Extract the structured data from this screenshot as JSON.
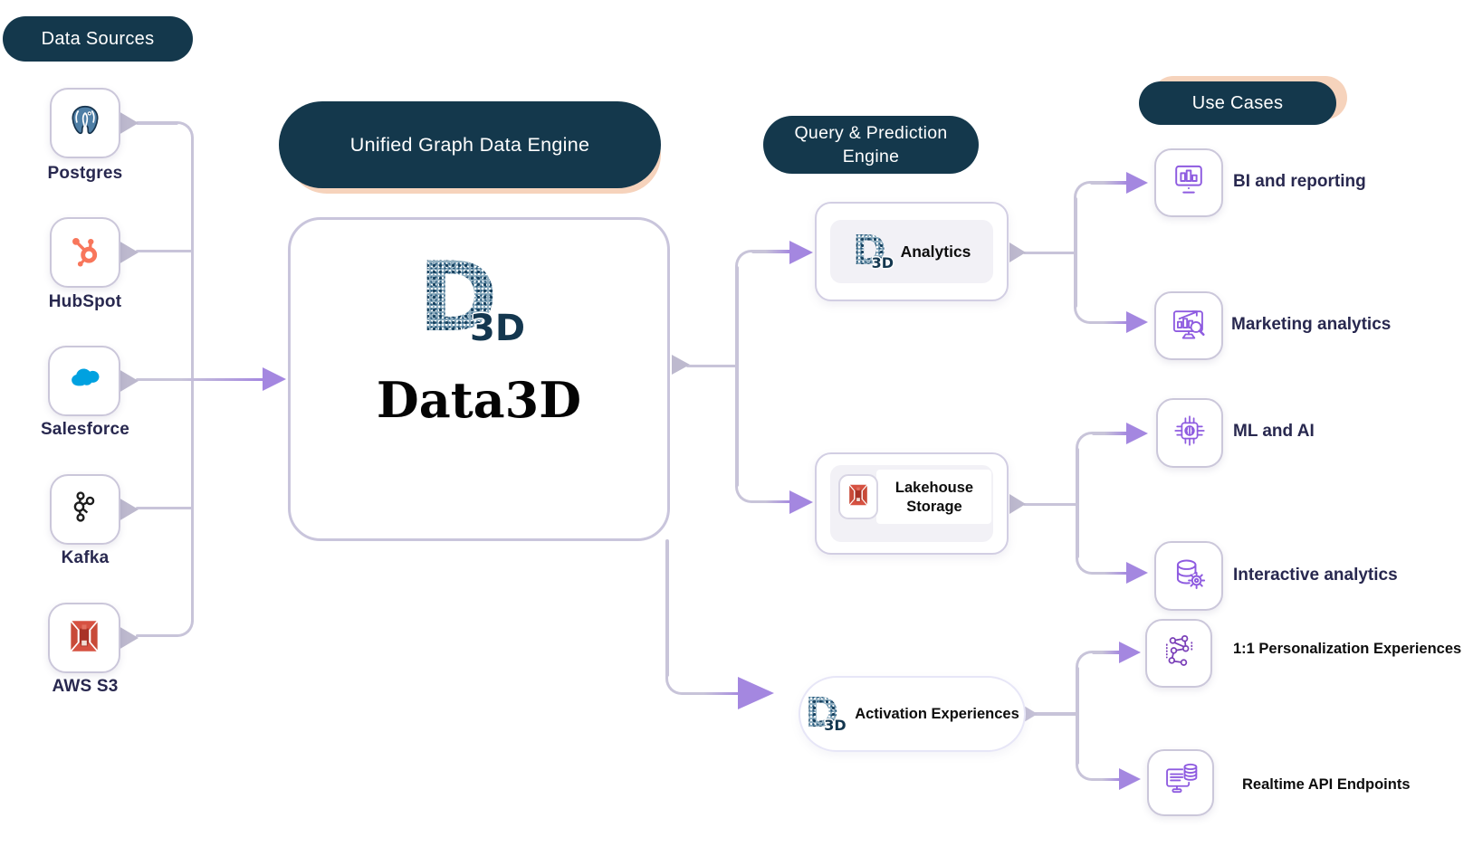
{
  "diagram": {
    "badges": {
      "data_sources": "Data Sources",
      "unified_engine": "Unified Graph Data Engine",
      "query_engine": "Query & Prediction Engine",
      "use_cases": "Use Cases"
    },
    "sources": [
      {
        "label": "Postgres",
        "icon": "postgres-icon"
      },
      {
        "label": "HubSpot",
        "icon": "hubspot-icon"
      },
      {
        "label": "Salesforce",
        "icon": "salesforce-icon"
      },
      {
        "label": "Kafka",
        "icon": "kafka-icon"
      },
      {
        "label": "AWS S3",
        "icon": "aws-s3-icon"
      }
    ],
    "engine": {
      "title": "Data3D",
      "logo": {
        "letter": "D",
        "suffix": "3D"
      }
    },
    "query_nodes": [
      {
        "label": "Analytics",
        "icon": "data3d-logo"
      },
      {
        "label": "Lakehouse Storage",
        "icon": "aws-s3-icon"
      },
      {
        "label": "Activation Experiences",
        "icon": "data3d-logo"
      }
    ],
    "use_cases": [
      {
        "label": "BI and reporting",
        "icon": "bi-monitor-icon"
      },
      {
        "label": "Marketing analytics",
        "icon": "marketing-chart-icon"
      },
      {
        "label": "ML and AI",
        "icon": "chip-brain-icon"
      },
      {
        "label": "Interactive analytics",
        "icon": "database-gear-icon"
      },
      {
        "label": "1:1 Personalization Experiences",
        "icon": "network-graph-icon"
      },
      {
        "label": "Realtime API Endpoints",
        "icon": "monitor-database-icon"
      }
    ],
    "colors": {
      "badge_navy": "#14384C",
      "badge_shadow_peach": "#F6D3BC",
      "line_gray": "#C8C4D9",
      "arrow_purple": "#A487E0",
      "connector_gray": "#BDB9CE",
      "label_navy": "#28284F",
      "label_black": "#0D0D0D",
      "icon_purple": "#8E5BE0",
      "hubspot_orange": "#F8765B",
      "salesforce_blue": "#00A1E0",
      "postgres_blue": "#4F7FA6",
      "aws_red": "#D65141",
      "logo_navy": "#16405E"
    }
  }
}
